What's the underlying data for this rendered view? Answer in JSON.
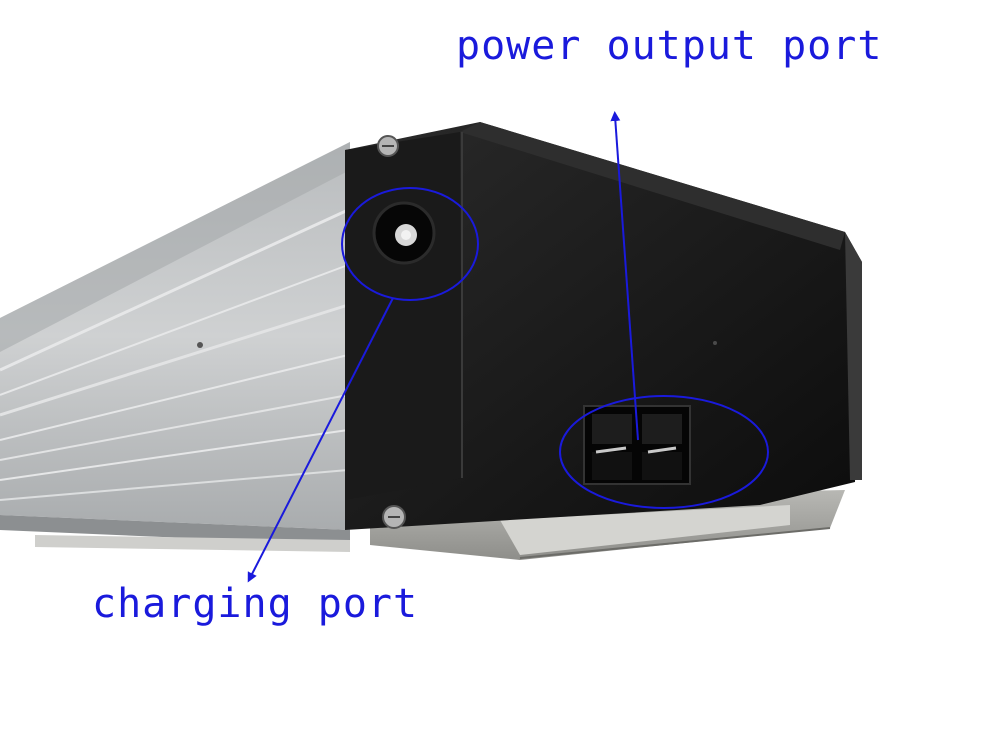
{
  "labels": {
    "power_output_port": "power output port",
    "charging_port": "charging port"
  },
  "colors": {
    "annotation": "#1a1adc",
    "background": "#ffffff",
    "aluminum_light": "#c9cbcc",
    "aluminum_dark": "#9ea1a3",
    "housing_black": "#141414"
  },
  "icons": {
    "callout_arrow": "arrow-icon",
    "highlight": "ellipse-highlight"
  }
}
